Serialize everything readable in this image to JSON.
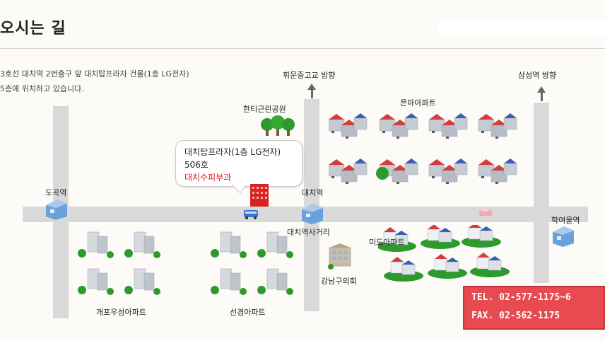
{
  "header": {
    "title": "오시는 길"
  },
  "intro": {
    "line1": "3호선 대치역 2번출구 앞 대치탑프라자 건물(1층 LG전자)",
    "line2": "5층에 위치하고 있습니다."
  },
  "directions": {
    "north_left": "휘문중고교 방향",
    "north_right": "삼성역 방향"
  },
  "landmarks": {
    "park": "한티근린공원",
    "apt_north": "은마아파트",
    "apt_mido": "미도아파트",
    "apt_gaepo": "개포우성아파트",
    "apt_seon": "선경아파트",
    "council": "강남구의회",
    "crossroad": "대치역사거리"
  },
  "stations": {
    "dogok": "도곡역",
    "daechi": "대치역",
    "hakyeoul": "학여울역"
  },
  "callout": {
    "building": "대치탑프라자(1층 LG전자)",
    "room": "506호",
    "clinic": "대치수피부과"
  },
  "contact": {
    "tel": "TEL. 02-577-1175~6",
    "fax": "FAX. 02-562-1175"
  },
  "colors": {
    "road": "#d9d9d9",
    "accent": "#e84a52",
    "tree": "#2e9a2e",
    "building": "#c0c5cc",
    "roof": "#d43d3d"
  }
}
